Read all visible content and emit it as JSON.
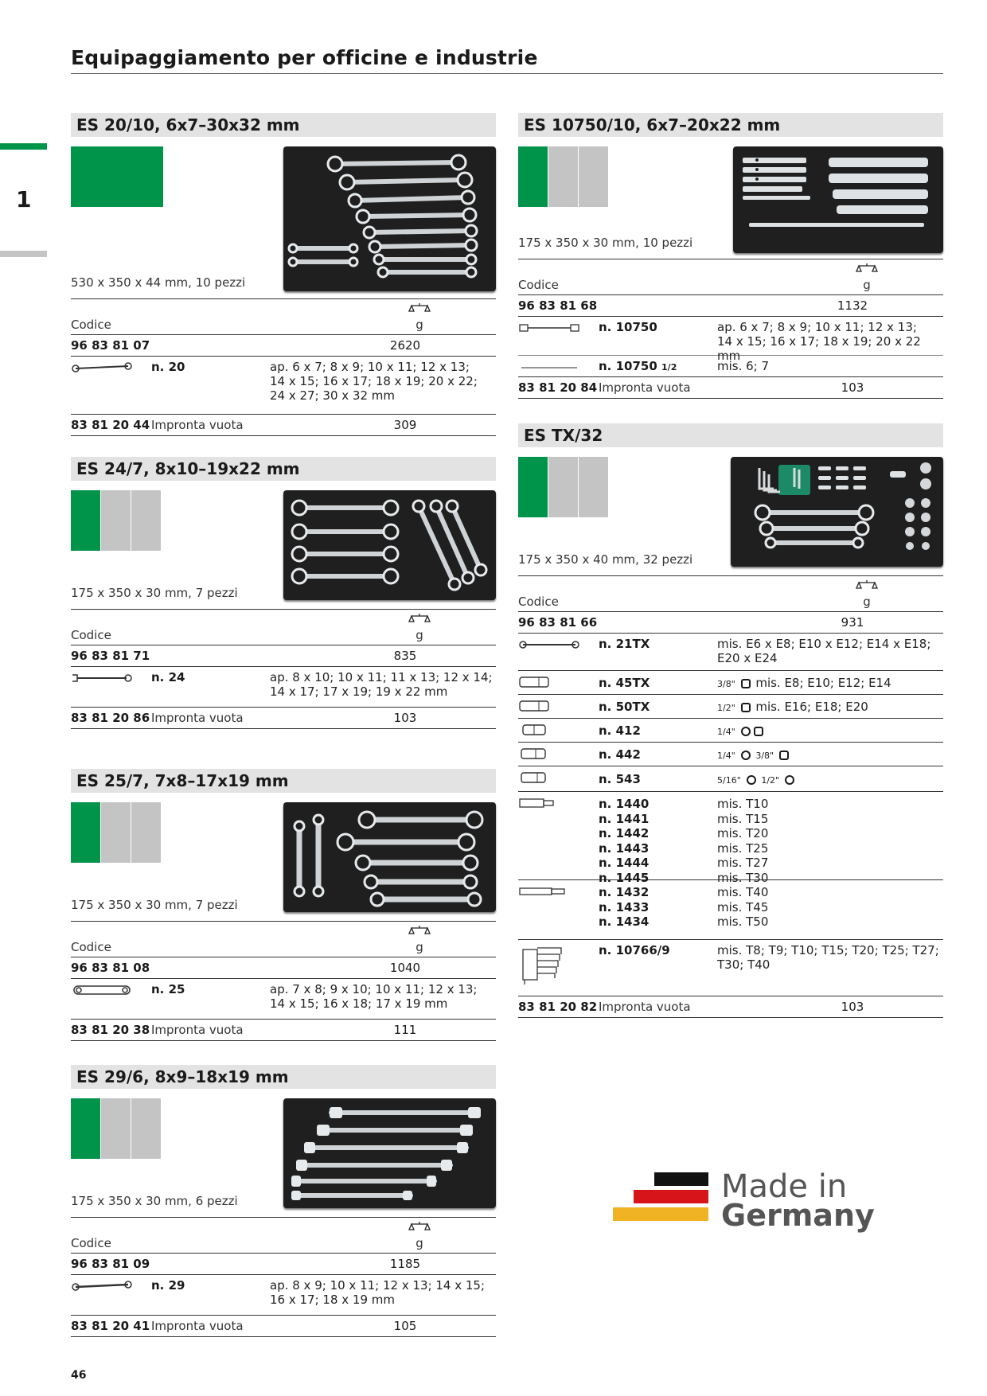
{
  "page_title": "Equipaggiamento per officine e industrie",
  "chapter_number": "1",
  "page_number": "46",
  "made_in": {
    "line1": "Made in",
    "line2": "Germany"
  },
  "labels": {
    "codice": "Codice",
    "weight_unit": "g",
    "empty_insert": "Impronta vuota"
  },
  "sections": {
    "es20": {
      "title": "ES 20/10, 6x7–30x32 mm",
      "dims": "530 x 350 x 44 mm, 10 pezzi",
      "set_code": "96 83 81 07",
      "set_weight": "2620",
      "item_no": "n. 20",
      "item_desc_1": "ap. 6 x 7; 8 x 9; 10 x 11; 12 x 13;",
      "item_desc_2": "14 x 15; 16 x 17; 18 x 19; 20 x 22;",
      "item_desc_3": "24 x 27; 30 x 32 mm",
      "empty_code": "83 81 20 44",
      "empty_weight": "309"
    },
    "es24": {
      "title": "ES 24/7, 8x10–19x22 mm",
      "dims": "175 x 350 x 30 mm, 7 pezzi",
      "set_code": "96 83 81 71",
      "set_weight": "835",
      "item_no": "n. 24",
      "item_desc_1": "ap. 8 x 10; 10 x 11; 11 x 13; 12 x 14;",
      "item_desc_2": "14 x 17; 17 x 19; 19 x 22 mm",
      "empty_code": "83 81 20 86",
      "empty_weight": "103"
    },
    "es25": {
      "title": "ES 25/7, 7x8–17x19 mm",
      "dims": "175 x 350 x 30 mm, 7 pezzi",
      "set_code": "96 83 81 08",
      "set_weight": "1040",
      "item_no": "n. 25",
      "item_desc_1": "ap. 7 x 8; 9 x 10; 10 x 11; 12 x 13;",
      "item_desc_2": "14 x 15; 16 x 18; 17 x 19 mm",
      "empty_code": "83 81 20 38",
      "empty_weight": "111"
    },
    "es29": {
      "title": "ES 29/6, 8x9–18x19 mm",
      "dims": "175 x 350 x 30 mm, 6 pezzi",
      "set_code": "96 83 81 09",
      "set_weight": "1185",
      "item_no": "n. 29",
      "item_desc_1": "ap. 8 x 9; 10 x 11; 12 x 13; 14 x 15;",
      "item_desc_2": "16 x 17; 18 x 19 mm",
      "empty_code": "83 81 20 41",
      "empty_weight": "105"
    },
    "es10750": {
      "title": "ES 10750/10, 6x7–20x22 mm",
      "dims": "175 x 350 x 30 mm, 10 pezzi",
      "set_code": "96 83 81 68",
      "set_weight": "1132",
      "item1_no": "n. 10750",
      "item1_desc_1": "ap. 6 x 7; 8 x 9; 10 x 11; 12 x 13;",
      "item1_desc_2": "14 x 15; 16 x 17; 18 x 19; 20 x 22 mm",
      "item2_no": "n. 10750",
      "item2_frac": "1/2",
      "item2_desc": "mis. 6; 7",
      "empty_code": "83 81 20 84",
      "empty_weight": "103"
    },
    "estx": {
      "title": "ES TX/32",
      "dims": "175 x 350 x 40 mm, 32 pezzi",
      "set_code": "96 83 81 66",
      "set_weight": "931",
      "r1_no": "n. 21TX",
      "r1_desc_1": "mis. E6 x E8; E10 x E12; E14 x E18;",
      "r1_desc_2": "E20 x E24",
      "r2_no": "n. 45TX",
      "r2_frac": "3/8\"",
      "r2_desc": "mis. E8; E10; E12; E14",
      "r3_no": "n. 50TX",
      "r3_frac": "1/2\"",
      "r3_desc": "mis. E16; E18; E20",
      "r4_no": "n. 412",
      "r4_frac": "1/4\"",
      "r5_no": "n. 442",
      "r5_frac_a": "1/4\"",
      "r5_frac_b": "3/8\"",
      "r6_no": "n. 543",
      "r6_frac_a": "5/16\"",
      "r6_frac_b": "1/2\"",
      "r7_nos": [
        "n. 1440",
        "n. 1441",
        "n. 1442",
        "n. 1443",
        "n. 1444",
        "n. 1445"
      ],
      "r7_descs": [
        "mis. T10",
        "mis. T15",
        "mis. T20",
        "mis. T25",
        "mis. T27",
        "mis. T30"
      ],
      "r8_nos": [
        "n. 1432",
        "n. 1433",
        "n. 1434"
      ],
      "r8_descs": [
        "mis. T40",
        "mis. T45",
        "mis. T50"
      ],
      "r9_no": "n. 10766/9",
      "r9_desc_1": "mis. T8; T9; T10; T15; T20; T25; T27;",
      "r9_desc_2": "T30; T40",
      "empty_code": "83 81 20 82",
      "empty_weight": "103"
    }
  },
  "colors": {
    "brand_green": "#00934a",
    "grey": "#c4c4c4",
    "header_bg": "#e3e3e3",
    "flag_black": "#111111",
    "flag_red": "#d7141a",
    "flag_gold": "#f0b323"
  }
}
